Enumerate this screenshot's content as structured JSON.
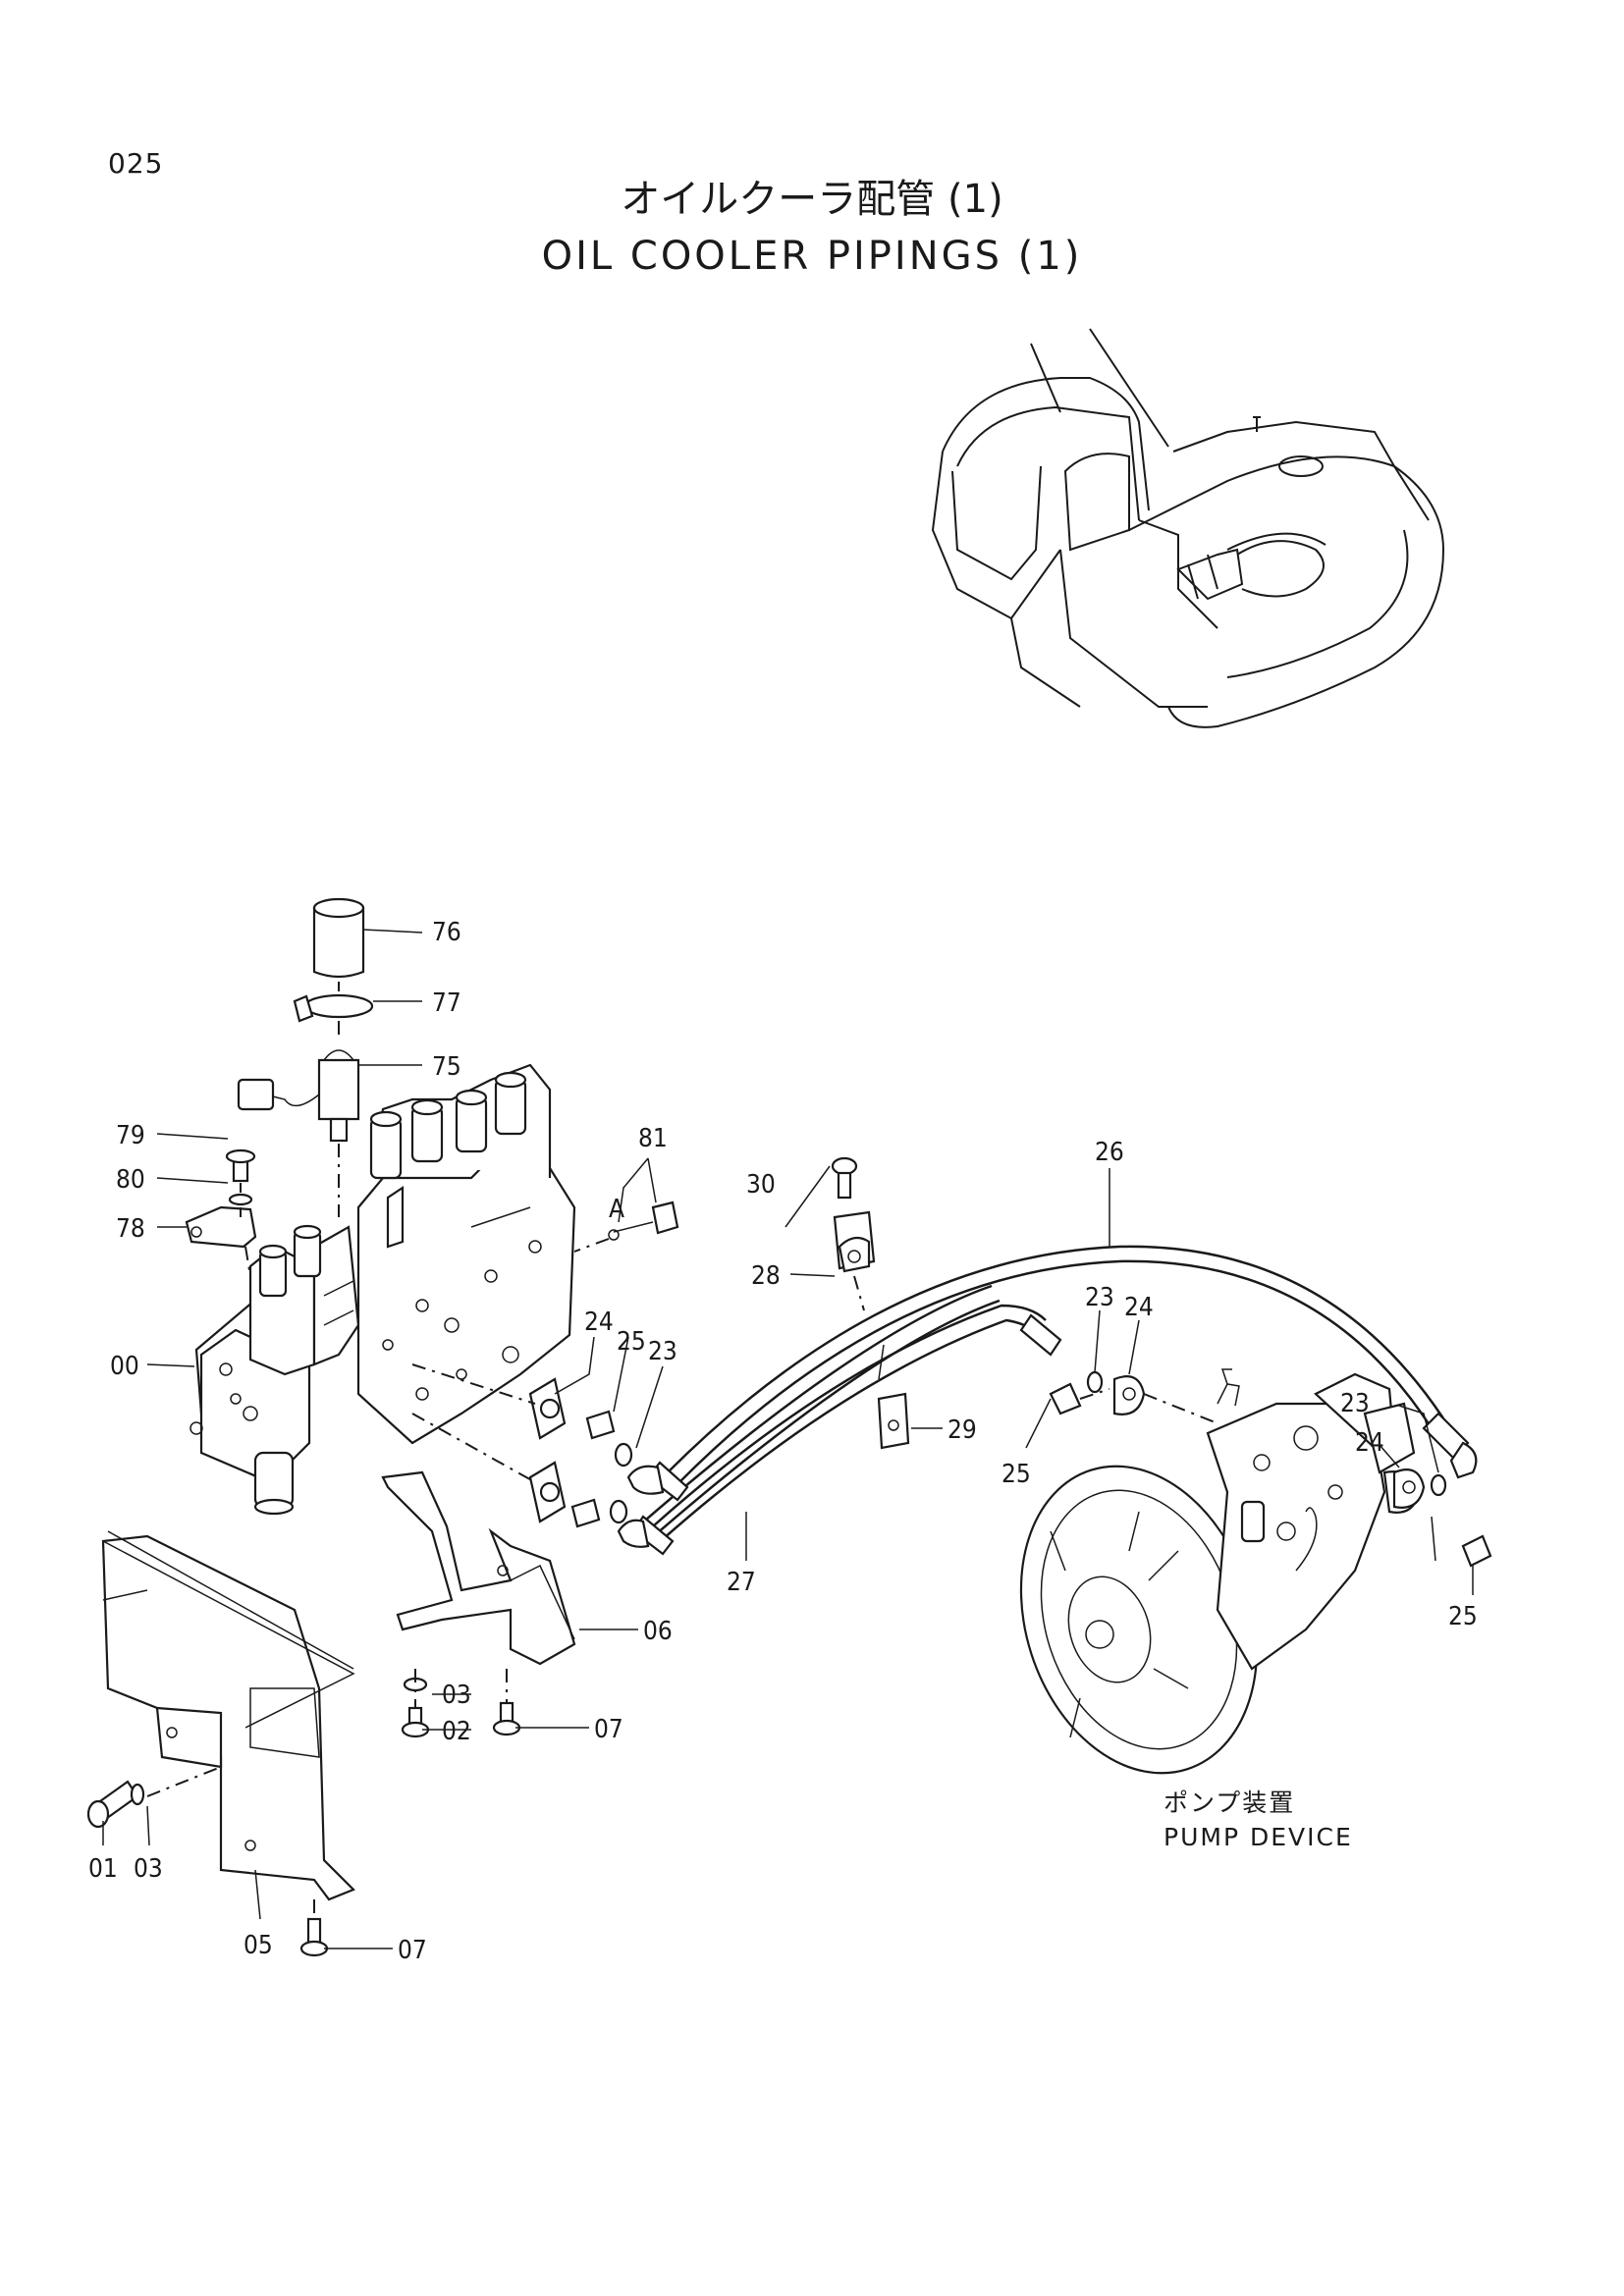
{
  "page": {
    "number": "025",
    "title_jp": "オイルクーラ配管 (1)",
    "title_en": "OIL COOLER PIPINGS (1)"
  },
  "callouts": {
    "c76": "76",
    "c77": "77",
    "c75": "75",
    "c79": "79",
    "c80": "80",
    "c78": "78",
    "c00": "00",
    "c81": "81",
    "cA": "A",
    "c30": "30",
    "c28": "28",
    "c26": "26",
    "c24a": "24",
    "c25a": "25",
    "c23a": "23",
    "c23b": "23",
    "c24b": "24",
    "c23c": "23",
    "c24c": "24",
    "c29": "29",
    "c25b": "25",
    "c27": "27",
    "c06": "06",
    "c03a": "03",
    "c02": "02",
    "c07a": "07",
    "c01": "01",
    "c03b": "03",
    "c05": "05",
    "c07b": "07",
    "c25c": "25"
  },
  "pump_caption": {
    "jp": "ポンプ装置",
    "en": "PUMP DEVICE"
  }
}
